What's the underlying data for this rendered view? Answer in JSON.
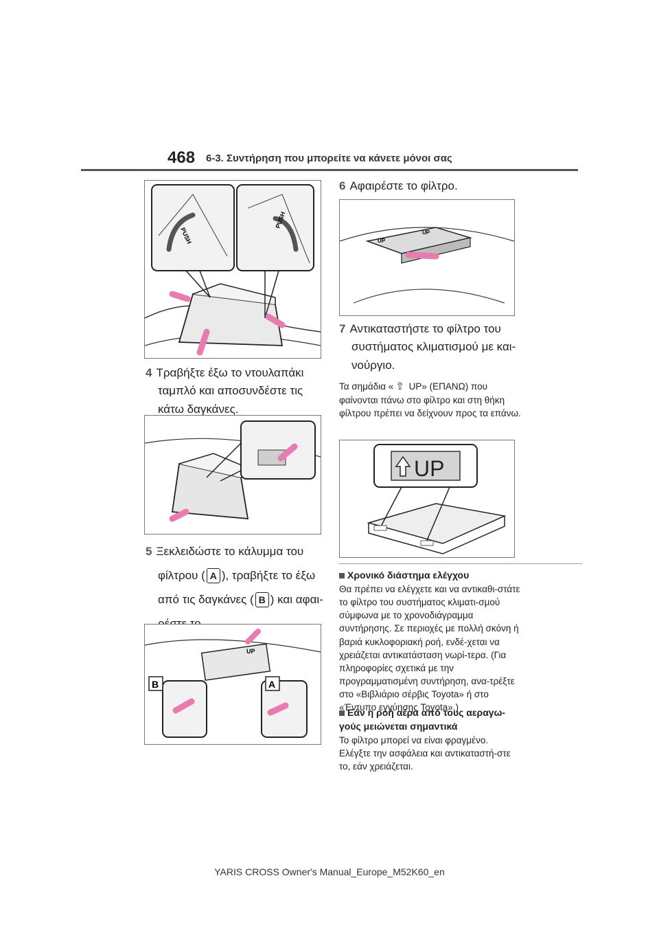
{
  "header": {
    "page_number": "468",
    "section_title": "6-3. Συντήρηση που μπορείτε να κάνετε μόνοι σας"
  },
  "figures": {
    "push_label": "PUSH",
    "up_label": "UP",
    "label_a": "A",
    "label_b": "B"
  },
  "steps": {
    "s4": {
      "num": "4",
      "line1": "Τραβήξτε έξω το ντουλαπάκι",
      "line2": "ταμπλό και αποσυνδέστε τις",
      "line3": "κάτω δαγκάνες."
    },
    "s5": {
      "num": "5",
      "line1": "Ξεκλειδώστε το κάλυμμα του",
      "line2a": "φίλτρου (",
      "line2b": "), τραβήξτε το έξω",
      "line3a": "από τις δαγκάνες (",
      "line3b": ") και αφαι-",
      "line4": "ρέστε το."
    },
    "s6": {
      "num": "6",
      "line1": "Αφαιρέστε το φίλτρο."
    },
    "s7": {
      "num": "7",
      "line1": "Αντικαταστήστε το φίλτρο του",
      "line2": "συστήματος κλιματισμού με και-",
      "line3": "νούργιο."
    }
  },
  "up_note": {
    "part1": "Τα σημάδια «",
    "part2": " UP» (ΕΠΑΝΩ) που",
    "rest": "φαίνονται πάνω στο φίλτρο και στη θήκη φίλτρου πρέπει να δείχνουν προς τα επάνω."
  },
  "info1": {
    "heading": "Χρονικό διάστημα ελέγχου",
    "body": "Θα πρέπει να ελέγχετε και να αντικαθι-στάτε το φίλτρο του συστήματος κλιματι-σμού σύμφωνα με το χρονοδιάγραμμα συντήρησης. Σε περιοχές με πολλή σκόνη ή βαριά κυκλοφοριακή ροή, ενδέ-χεται να χρειάζεται αντικατάσταση νωρί-τερα. (Για πληροφορίες σχετικά με την προγραμματισμένη συντήρηση, ανα-τρέξτε στο «Βιβλιάριο σέρβις Toyota» ή στο «Έντυπο εγγύησης Toyota».)"
  },
  "info2": {
    "heading": "Εάν η ροή αέρα από τους αεραγω-γούς μειώνεται σημαντικά",
    "body": "Το φίλτρο μπορεί να είναι φραγμένο. Ελέγξτε την ασφάλεια και αντικαταστή-στε το, εάν χρειάζεται."
  },
  "footer": {
    "text": "YARIS CROSS Owner's Manual_Europe_M52K60_en"
  },
  "colors": {
    "arrow_pink": "#e87cb0",
    "rule_gray": "#555555"
  }
}
